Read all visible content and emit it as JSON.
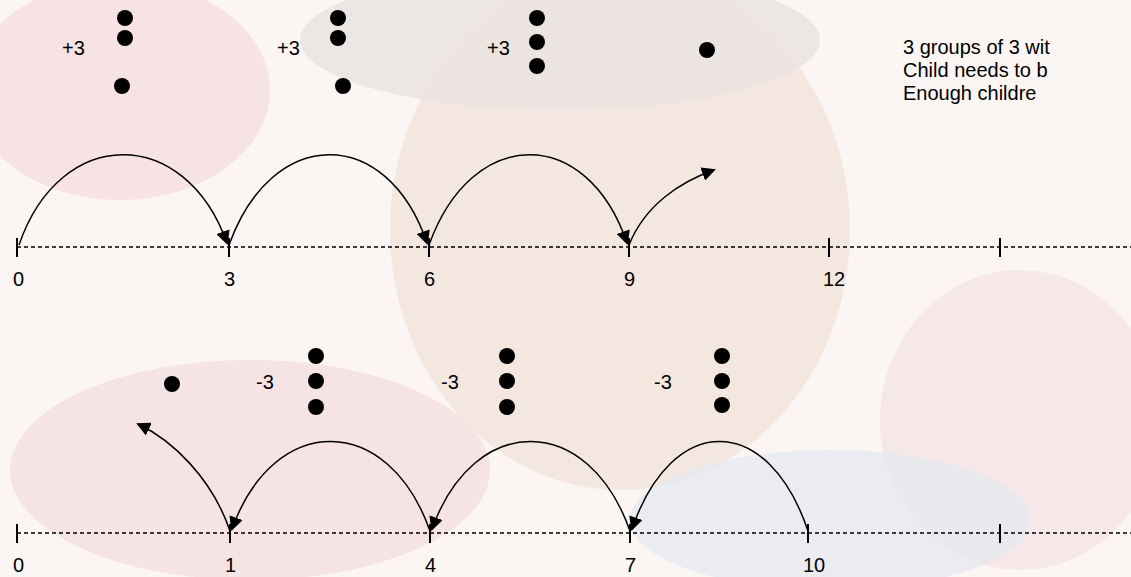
{
  "diagram": {
    "labels": [
      "+3",
      "+3",
      "+3",
      "3 groups of 3 wit",
      "Child needs to b",
      "Enough childre",
      "0",
      "3",
      "6",
      "9",
      "12",
      "-3",
      "-3",
      "-3",
      "0",
      "1",
      "4",
      "7",
      "10"
    ]
  }
}
